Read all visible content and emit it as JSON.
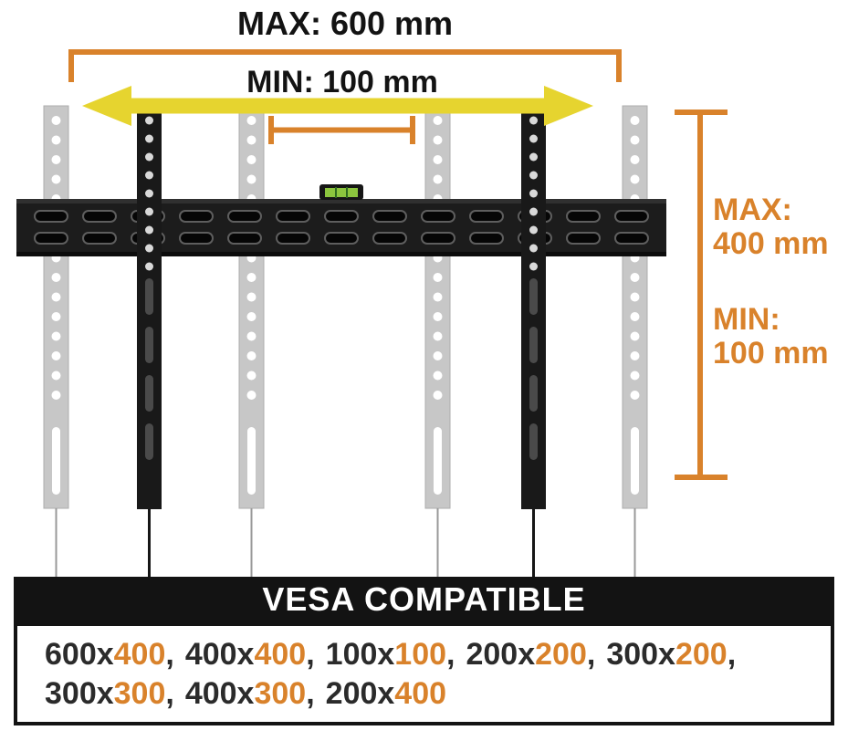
{
  "diagram": {
    "max_width_label": "MAX: 600 mm",
    "min_width_label": "MIN: 100 mm",
    "max_height": {
      "line1": "MAX:",
      "line2": "400 mm"
    },
    "min_height": {
      "line1": "MIN:",
      "line2": "100 mm"
    }
  },
  "banner": {
    "title": "VESA COMPATIBLE"
  },
  "vesa": {
    "separator": "x",
    "list_separator": ", ",
    "sizes": [
      {
        "width": "600",
        "height": "400"
      },
      {
        "width": "400",
        "height": "400"
      },
      {
        "width": "100",
        "height": "100"
      },
      {
        "width": "200",
        "height": "200"
      },
      {
        "width": "300",
        "height": "200"
      },
      {
        "width": "300",
        "height": "300"
      },
      {
        "width": "400",
        "height": "300"
      },
      {
        "width": "200",
        "height": "400"
      }
    ]
  },
  "colors": {
    "accent_orange": "#D9822B",
    "arrow_yellow": "#E6D42F",
    "ink_black": "#131313",
    "ghost_gray": "#C7C7C7",
    "level_green": "#8CC63E"
  }
}
